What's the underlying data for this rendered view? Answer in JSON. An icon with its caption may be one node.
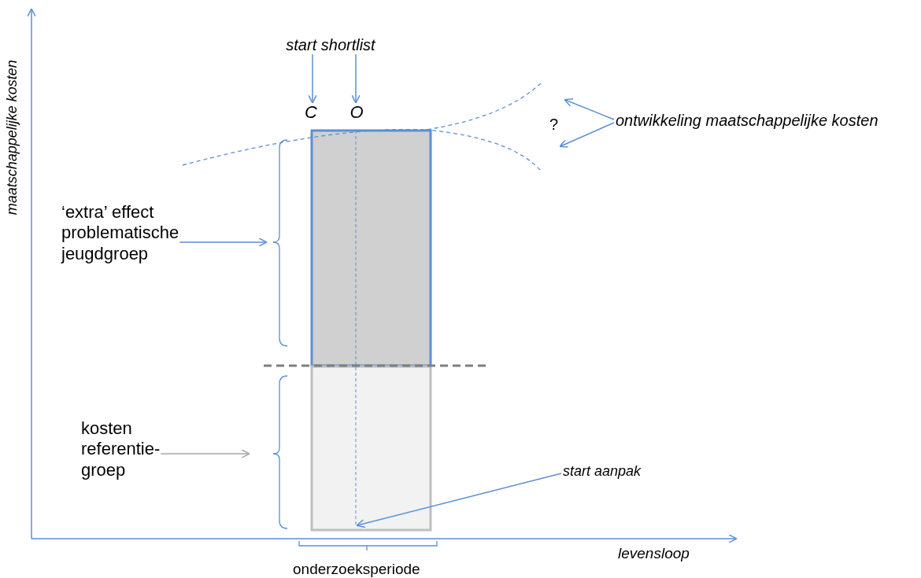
{
  "diagram": {
    "nodes": [
      {
        "text": [
          "start shortlist"
        ]
      },
      {
        "text": [
          "C"
        ]
      },
      {
        "text": [
          "O"
        ]
      },
      {
        "text": [
          "ontwikkeling maatschappelijke kosten"
        ]
      },
      {
        "text": [
          "‘extra’ effect problematische jeugdgroep"
        ]
      },
      {
        "text": [
          "kosten referentie- groep"
        ]
      },
      {
        "text": [
          "start aanpak"
        ]
      }
    ],
    "edges": [
      {
        "from": 0,
        "to": 1,
        "arrow": "to"
      },
      {
        "from": 0,
        "to": 2,
        "arrow": "to"
      },
      {
        "from": 3,
        "to": null,
        "arrow": "to"
      },
      {
        "from": 3,
        "to": null,
        "arrow": "to"
      },
      {
        "from": 4,
        "to": null,
        "arrow": "to"
      },
      {
        "from": 5,
        "to": null,
        "arrow": "to",
        "color": "#a6a6a6"
      },
      {
        "from": 6,
        "to": null,
        "arrow": "to"
      }
    ],
    "labels": [
      "maatschappelijke kosten",
      "?",
      "levensloop",
      "onderzoeksperiode"
    ]
  }
}
